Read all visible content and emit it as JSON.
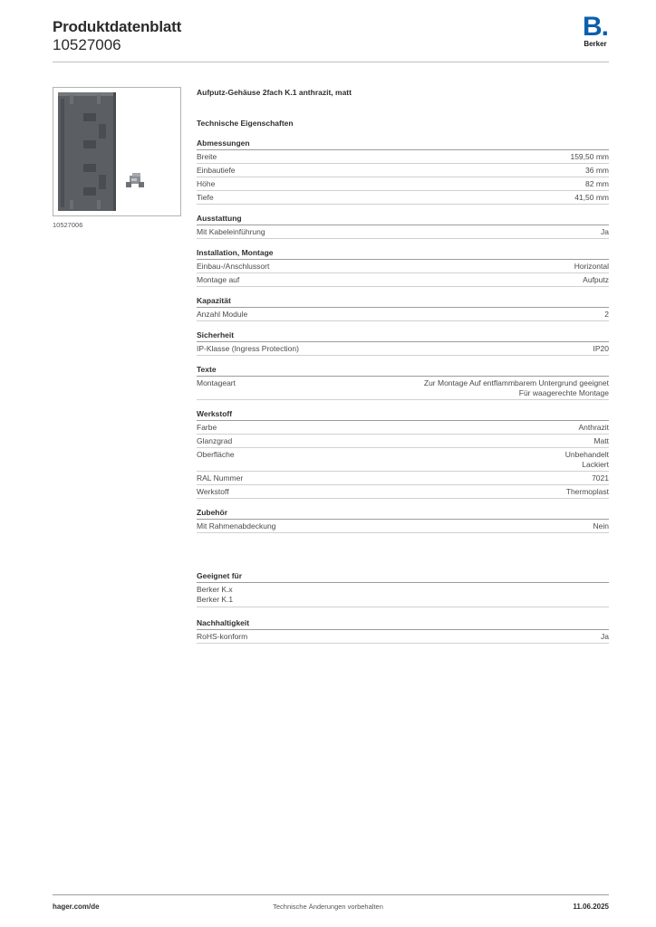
{
  "header": {
    "title": "Produktdatenblatt",
    "number": "10527006",
    "logo_mark": "B.",
    "logo_text": "Berker"
  },
  "product": {
    "image_caption": "10527006",
    "name": "Aufputz-Gehäuse 2fach K.1 anthrazit, matt",
    "image_icon": "surface-mounted-housing-product-image"
  },
  "tech_title": "Technische Eigenschaften",
  "sections": [
    {
      "title": "Abmessungen",
      "rows": [
        {
          "label": "Breite",
          "value": [
            "159,50 mm"
          ]
        },
        {
          "label": "Einbautiefe",
          "value": [
            "36 mm"
          ]
        },
        {
          "label": "Höhe",
          "value": [
            "82 mm"
          ]
        },
        {
          "label": "Tiefe",
          "value": [
            "41,50 mm"
          ]
        }
      ]
    },
    {
      "title": "Ausstattung",
      "rows": [
        {
          "label": "Mit Kabeleinführung",
          "value": [
            "Ja"
          ]
        }
      ]
    },
    {
      "title": "Installation, Montage",
      "rows": [
        {
          "label": "Einbau-/Anschlussort",
          "value": [
            "Horizontal"
          ]
        },
        {
          "label": "Montage auf",
          "value": [
            "Aufputz"
          ]
        }
      ]
    },
    {
      "title": "Kapazität",
      "rows": [
        {
          "label": "Anzahl Module",
          "value": [
            "2"
          ]
        }
      ]
    },
    {
      "title": "Sicherheit",
      "rows": [
        {
          "label": "IP-Klasse (Ingress Protection)",
          "value": [
            "IP20"
          ]
        }
      ]
    },
    {
      "title": "Texte",
      "rows": [
        {
          "label": "Montageart",
          "value": [
            "Zur Montage Auf entflammbarem Untergrund geeignet",
            "Für waagerechte Montage"
          ]
        }
      ]
    },
    {
      "title": "Werkstoff",
      "rows": [
        {
          "label": "Farbe",
          "value": [
            "Anthrazit"
          ]
        },
        {
          "label": "Glanzgrad",
          "value": [
            "Matt"
          ]
        },
        {
          "label": "Oberfläche",
          "value": [
            "Unbehandelt",
            "Lackiert"
          ]
        },
        {
          "label": "RAL Nummer",
          "value": [
            "7021"
          ]
        },
        {
          "label": "Werkstoff",
          "value": [
            "Thermoplast"
          ]
        }
      ]
    },
    {
      "title": "Zubehör",
      "rows": [
        {
          "label": "Mit Rahmenabdeckung",
          "value": [
            "Nein"
          ]
        }
      ]
    }
  ],
  "suitable": {
    "title": "Geeignet für",
    "items": [
      "Berker K.x",
      "Berker K.1"
    ]
  },
  "sustainability": {
    "title": "Nachhaltigkeit",
    "rows": [
      {
        "label": "RoHS-konform",
        "value": [
          "Ja"
        ]
      }
    ]
  },
  "footer": {
    "left": "hager.com/de",
    "center": "Technische Änderungen vorbehalten",
    "right": "11.06.2025"
  },
  "colors": {
    "brand_blue": "#0a5fae",
    "housing": "#5b5e62"
  }
}
